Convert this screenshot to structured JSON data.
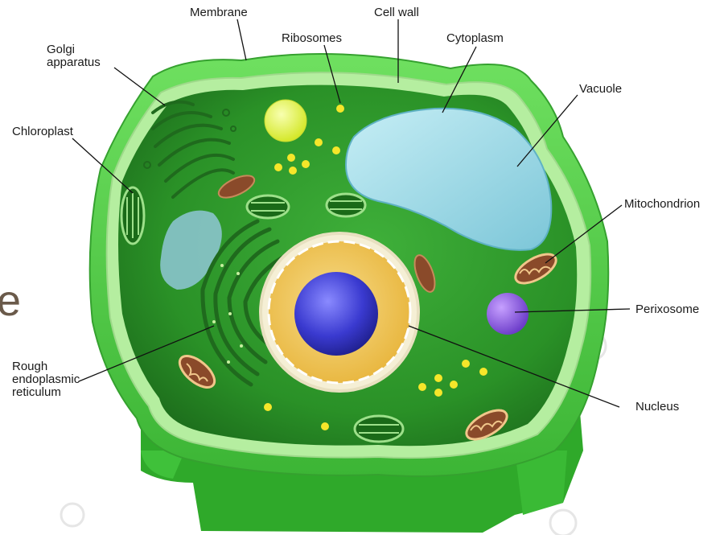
{
  "labels": {
    "membrane": "Membrane",
    "cell_wall": "Cell wall",
    "ribosomes": "Ribosomes",
    "golgi_line1": "Golgi",
    "golgi_line2": "apparatus",
    "cytoplasm": "Cytoplasm",
    "vacuole": "Vacuole",
    "chloroplast": "Chloroplast",
    "mitochondrion": "Mitochondrion",
    "perixosome": "Perixosome",
    "rough_er_line1": "Rough",
    "rough_er_line2": "endoplasmic",
    "rough_er_line3": "reticulum",
    "nucleus": "Nucleus"
  },
  "stray_letter": "e",
  "colors": {
    "cell_wall": "#4fd34a",
    "membrane": "#b8f0a0",
    "cytoplasm": "#2e9e2a",
    "cytoplasm_dark": "#1d6e1c",
    "vacuole": "#9fd8e6",
    "nucleus_envelope": "#f0c65a",
    "nucleolus": "#4a4ad8",
    "perixosome": "#8a5ae0",
    "mitochondrion": "#8a4a2a",
    "ribosome": "#f5e62a"
  }
}
